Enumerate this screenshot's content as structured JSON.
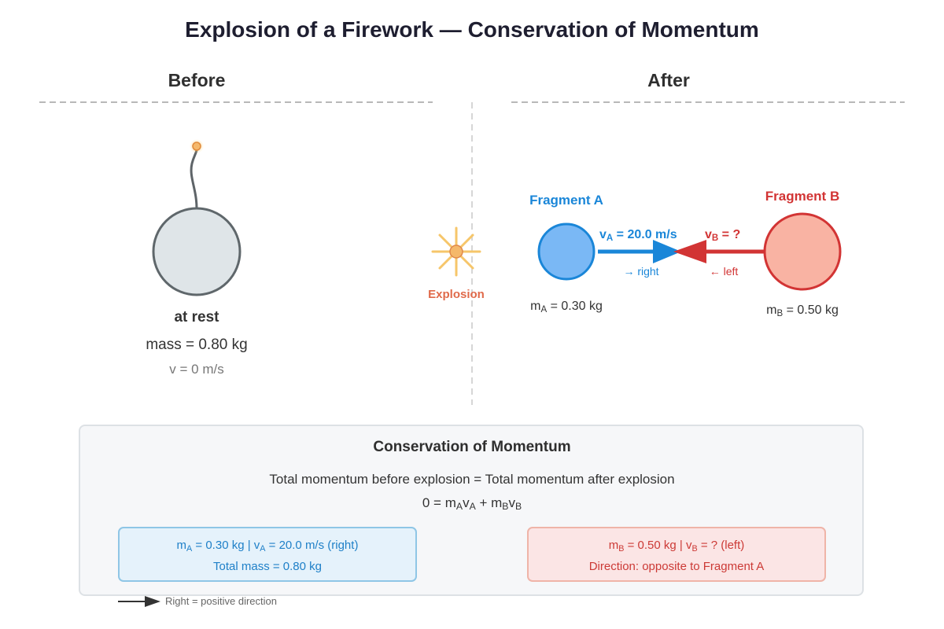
{
  "title": "Explosion of a Firework — Conservation of Momentum",
  "before": {
    "heading": "Before",
    "state": "at rest",
    "mass": "mass = 0.80 kg",
    "velocity": "v = 0 m/s"
  },
  "explosion_label": "Explosion",
  "after": {
    "heading": "After",
    "fragment_a": {
      "label": "Fragment A",
      "mass_sym": "m",
      "mass_sub": "A",
      "mass_val": " = 0.30 kg",
      "vel_sym": "v",
      "vel_sub": "A",
      "vel_val": " = 20.0 m/s",
      "direction": "→ right"
    },
    "fragment_b": {
      "label": "Fragment B",
      "mass_sym": "m",
      "mass_sub": "B",
      "mass_val": " = 0.50 kg",
      "vel_sym": "v",
      "vel_sub": "B",
      "vel_val": " = ?",
      "direction": "← left"
    }
  },
  "panel": {
    "heading": "Conservation of Momentum",
    "statement": "Total momentum before explosion = Total momentum after explosion",
    "equation": {
      "lhs": "0 = ",
      "m1": "m",
      "s1": "A",
      "v1": "v",
      "s2": "A",
      "plus": " + ",
      "m2": "m",
      "s3": "B",
      "v2": "v",
      "s4": "B"
    },
    "box_a": {
      "m": "m",
      "ms": "A",
      "mid": " = 0.30 kg | ",
      "v": "v",
      "vs": "A",
      "end": " = 20.0 m/s (right)",
      "line2": "Total mass = 0.80 kg"
    },
    "box_b": {
      "m": "m",
      "ms": "B",
      "mid": " = 0.50 kg | ",
      "v": "v",
      "vs": "B",
      "end": " = ? (left)",
      "line2": "Direction: opposite to Fragment A"
    }
  },
  "legend": "Right = positive direction",
  "colors": {
    "fragment_a": "#1a86d8",
    "fragment_b": "#d23434",
    "explosion": "#e06a4a",
    "firework_body": "#dfe5e8"
  }
}
